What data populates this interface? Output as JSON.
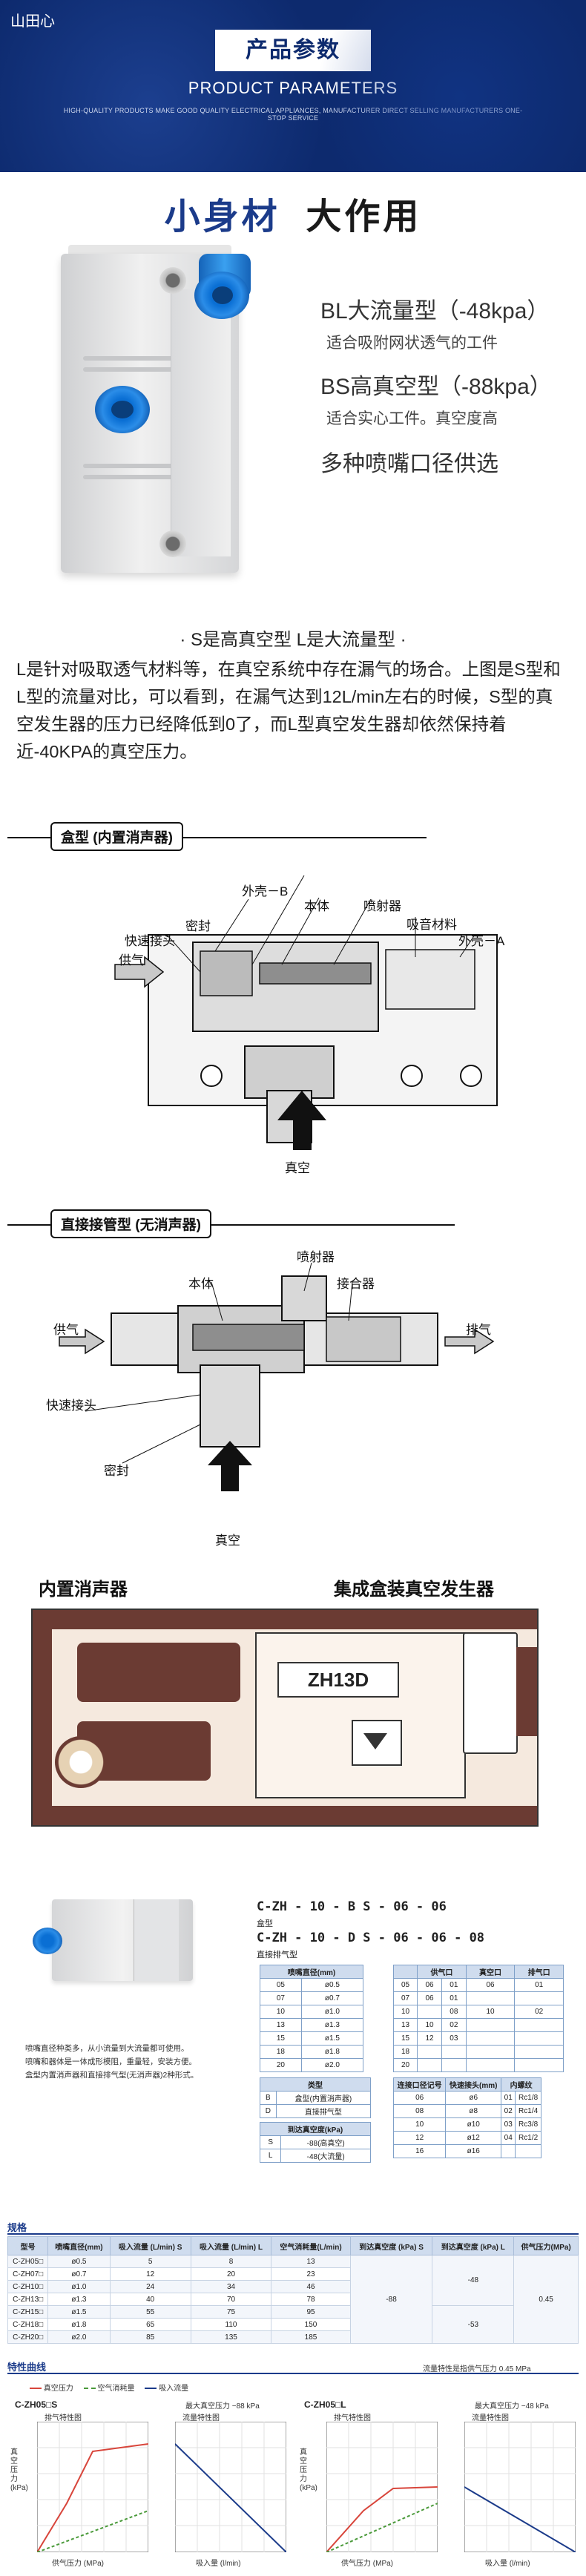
{
  "header": {
    "brand": "山田心",
    "title": "产品参数",
    "subtitle": "PRODUCT PARAMETERS",
    "tagline": "HIGH-QUALITY PRODUCTS MAKE GOOD QUALITY ELECTRICAL APPLIANCES, MANUFACTURER DIRECT SELLING MANUFACTURERS ONE-STOP SERVICE"
  },
  "hero": {
    "title_a": "小身材",
    "title_b": "大作用",
    "features": [
      {
        "title": "BL大流量型（-48kpa）",
        "desc": "适合吸附网状透气的工件"
      },
      {
        "title": "BS高真空型（-88kpa）",
        "desc": "适合实心工件。真空度高"
      },
      {
        "title": "多种喷嘴口径供选",
        "desc": ""
      }
    ]
  },
  "sl": {
    "heading": "· S是高真空型      L是大流量型 ·",
    "para": "L是针对吸取透气材料等，在真空系统中存在漏气的场合。上图是S型和L型的流量对比，可以看到，在漏气达到12L/min左右的时候，S型的真空发生器的压力已经降低到0了，而L型真空发生器却依然保持着近-40KPA的真空压力。"
  },
  "diagram1": {
    "label": "盒型 (内置消声器)",
    "parts": {
      "shell_b": "外壳－B",
      "body": "本体",
      "ejector": "喷射器",
      "seal": "密封",
      "absorb": "吸音材料",
      "quick": "快速接头",
      "shell_a": "外壳－A",
      "supply": "供气",
      "vacuum": "真空"
    }
  },
  "diagram2": {
    "label": "直接接管型 (无消声器)",
    "parts": {
      "ejector": "喷射器",
      "body": "本体",
      "receiver": "接合器",
      "supply": "供气",
      "exhaust": "排气",
      "quick": "快速接头",
      "seal": "密封",
      "vacuum": "真空"
    }
  },
  "banner": {
    "left": "内置消声器",
    "right": "集成盒装真空发生器",
    "model": "ZH13D"
  },
  "order": {
    "line1": "C-ZH - 10 - B  S - 06 - 06",
    "line2": "C-ZH - 10 - D  S - 06 - 06 - 08",
    "type_box": "盒型",
    "type_direct": "直接排气型",
    "nozzle_head": [
      "喷嘴直径(mm)"
    ],
    "nozzle_rows": [
      [
        "05",
        "ø0.5"
      ],
      [
        "07",
        "ø0.7"
      ],
      [
        "10",
        "ø1.0"
      ],
      [
        "13",
        "ø1.3"
      ],
      [
        "15",
        "ø1.5"
      ],
      [
        "18",
        "ø1.8"
      ],
      [
        "20",
        "ø2.0"
      ]
    ],
    "type_head": "类型",
    "type_rows": [
      [
        "B",
        "盒型(内置消声器)"
      ],
      [
        "D",
        "直接排气型"
      ]
    ],
    "vac_head": "到达真空度(kPa)",
    "vac_rows": [
      [
        "S",
        "-88(高真空)"
      ],
      [
        "L",
        "-48(大流量)"
      ]
    ],
    "conn_head": [
      "",
      "供气口",
      "真空口",
      "排气口"
    ],
    "conn_rows": [
      [
        "05",
        "06",
        "01",
        "06",
        "01"
      ],
      [
        "07",
        "06",
        "01",
        "",
        ""
      ],
      [
        "10",
        "",
        "08",
        "10",
        "02"
      ],
      [
        "13",
        "10",
        "02",
        "",
        ""
      ],
      [
        "15",
        "12",
        "03",
        "",
        ""
      ],
      [
        "18",
        "",
        "",
        "",
        ""
      ],
      [
        "20",
        "",
        "",
        "",
        ""
      ]
    ],
    "fitting_head": [
      "连接口径记号",
      "快速接头(mm)",
      "内螺纹"
    ],
    "fitting_rows": [
      [
        "06",
        "ø6",
        "01",
        "Rc1/8"
      ],
      [
        "08",
        "ø8",
        "02",
        "Rc1/4"
      ],
      [
        "10",
        "ø10",
        "03",
        "Rc3/8"
      ],
      [
        "12",
        "ø12",
        "04",
        "Rc1/2"
      ],
      [
        "16",
        "ø16",
        "",
        ""
      ]
    ],
    "notes": [
      "喷嘴直径种类多，从小流量到大流量都可使用。",
      "喷嘴和器体是一体成形模阻，重量轻，安装方便。",
      "盒型内置消声器和直接排气型(无消声器)2种形式。"
    ]
  },
  "spec": {
    "title": "规格",
    "headers": [
      "型号",
      "喷嘴直径(mm)",
      "吸入流量 (L/min) S",
      "吸入流量 (L/min) L",
      "空气消耗量(L/min)",
      "到达真空度 (kPa) S",
      "到达真空度 (kPa) L",
      "供气压力(MPa)"
    ],
    "rows": [
      [
        "C-ZH05□",
        "ø0.5",
        "5",
        "8",
        "13"
      ],
      [
        "C-ZH07□",
        "ø0.7",
        "12",
        "20",
        "23"
      ],
      [
        "C-ZH10□",
        "ø1.0",
        "24",
        "34",
        "46"
      ],
      [
        "C-ZH13□",
        "ø1.3",
        "40",
        "70",
        "78"
      ],
      [
        "C-ZH15□",
        "ø1.5",
        "55",
        "75",
        "95"
      ],
      [
        "C-ZH18□",
        "ø1.8",
        "65",
        "110",
        "150"
      ],
      [
        "C-ZH20□",
        "ø2.0",
        "85",
        "135",
        "185"
      ]
    ],
    "vac_s": "-88",
    "vac_l1": "-48",
    "vac_l2": "-53",
    "pressure": "0.45"
  },
  "curves": {
    "title": "特性曲线",
    "note": "流量特性是指供气压力 0.45 MPa",
    "legend": [
      "真空压力",
      "空气消耗量",
      "吸入流量"
    ],
    "left": {
      "title": "C-ZH05□S",
      "sub": "最大真空压力 −88 kPa",
      "p1": "排气特性图",
      "p2": "流量特性图"
    },
    "right": {
      "title": "C-ZH05□L",
      "sub": "最大真空压力 −48 kPa",
      "p1": "排气特性图",
      "p2": "流量特性图"
    },
    "xlabel1": "供气压力 (MPa)",
    "xlabel2": "吸入量 (l/min)",
    "ylabel": "真空压力 (kPa)"
  },
  "colors": {
    "navy": "#0d2a6e",
    "accent": "#1b3b8a",
    "blue_fitting": "#1563b8",
    "chart_red": "#d8453b",
    "chart_green": "#4a9a3a"
  }
}
